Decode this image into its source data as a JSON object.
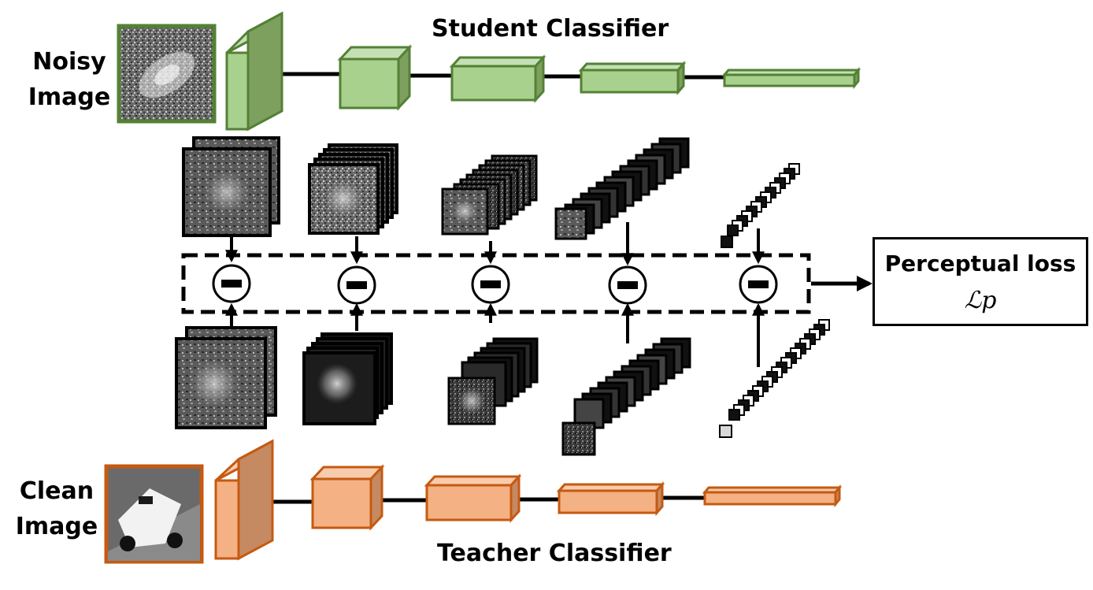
{
  "labels": {
    "noisy_line1": "Noisy",
    "noisy_line2": "Image",
    "clean_line1": "Clean",
    "clean_line2": "Image",
    "student": "Student Classifier",
    "teacher": "Teacher Classifier"
  },
  "loss": {
    "title": "Perceptual loss",
    "symbol": "ℒp"
  },
  "colors": {
    "student_fill": "#a9d18e",
    "student_edge": "#538135",
    "teacher_fill": "#f4b183",
    "teacher_edge": "#c55a11"
  },
  "operator_symbol": "minus"
}
